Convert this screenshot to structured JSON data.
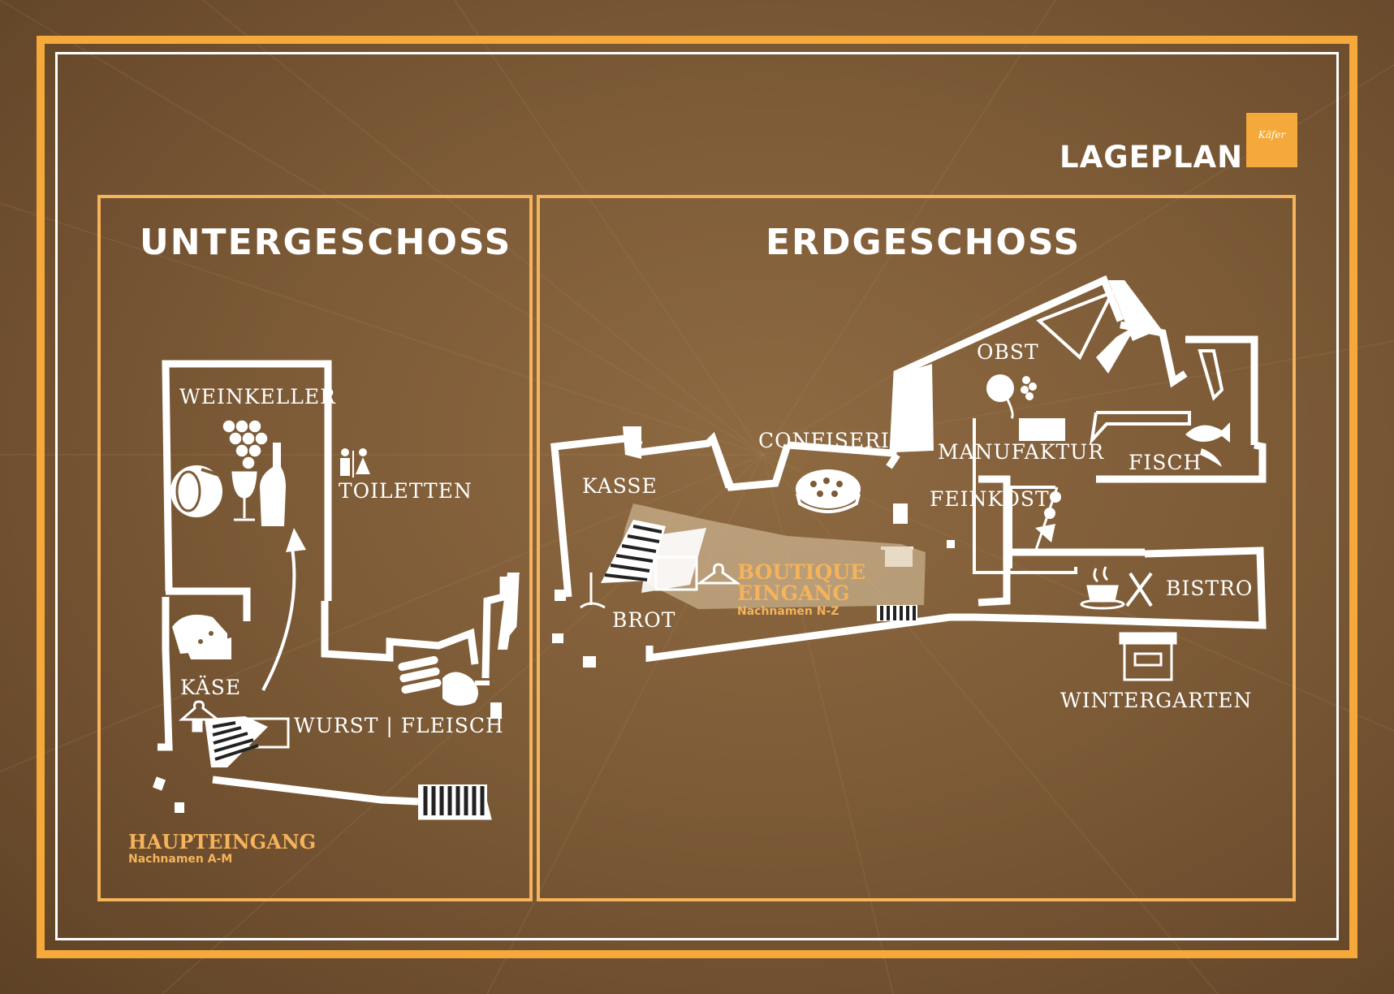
{
  "header": {
    "title": "LAGEPLAN",
    "logo_text": "Käfer",
    "brand_color": "#f5a93a",
    "background_color": "#7d5b37"
  },
  "floors": {
    "basement": {
      "title": "UNTERGESCHOSS",
      "areas": {
        "wine_cellar": "WEINKELLER",
        "toilets": "TOILETTEN",
        "cheese": "KÄSE",
        "sausage_meat": "WURST | FLEISCH"
      },
      "main_entrance": {
        "label": "HAUPTEINGANG",
        "note": "Nachnamen A-M"
      }
    },
    "ground": {
      "title": "ERDGESCHOSS",
      "areas": {
        "cashier": "KASSE",
        "confectionery": "CONFISERIE",
        "fruit": "OBST",
        "manufactory": "MANUFAKTUR",
        "fish": "FISCH",
        "delicatessen": "FEINKOST",
        "bread": "BROT",
        "bistro": "BISTRO",
        "winter_garden": "WINTERGARTEN"
      },
      "boutique_entrance": {
        "label_line1": "BOUTIQUE",
        "label_line2": "EINGANG",
        "note": "Nachnamen N-Z"
      }
    }
  },
  "icons": [
    "grapes-icon",
    "wine-barrel-icon",
    "wine-glass-icon",
    "wine-bottle-icon",
    "toilet-icon",
    "cheese-icon",
    "hanger-icon",
    "sausage-icon",
    "ham-icon",
    "stairs-icon",
    "pie-icon",
    "fruit-icon",
    "olive-skewer-icon",
    "fish-icon",
    "coffee-cup-icon",
    "cutlery-icon",
    "storefront-icon",
    "wheat-icon"
  ]
}
